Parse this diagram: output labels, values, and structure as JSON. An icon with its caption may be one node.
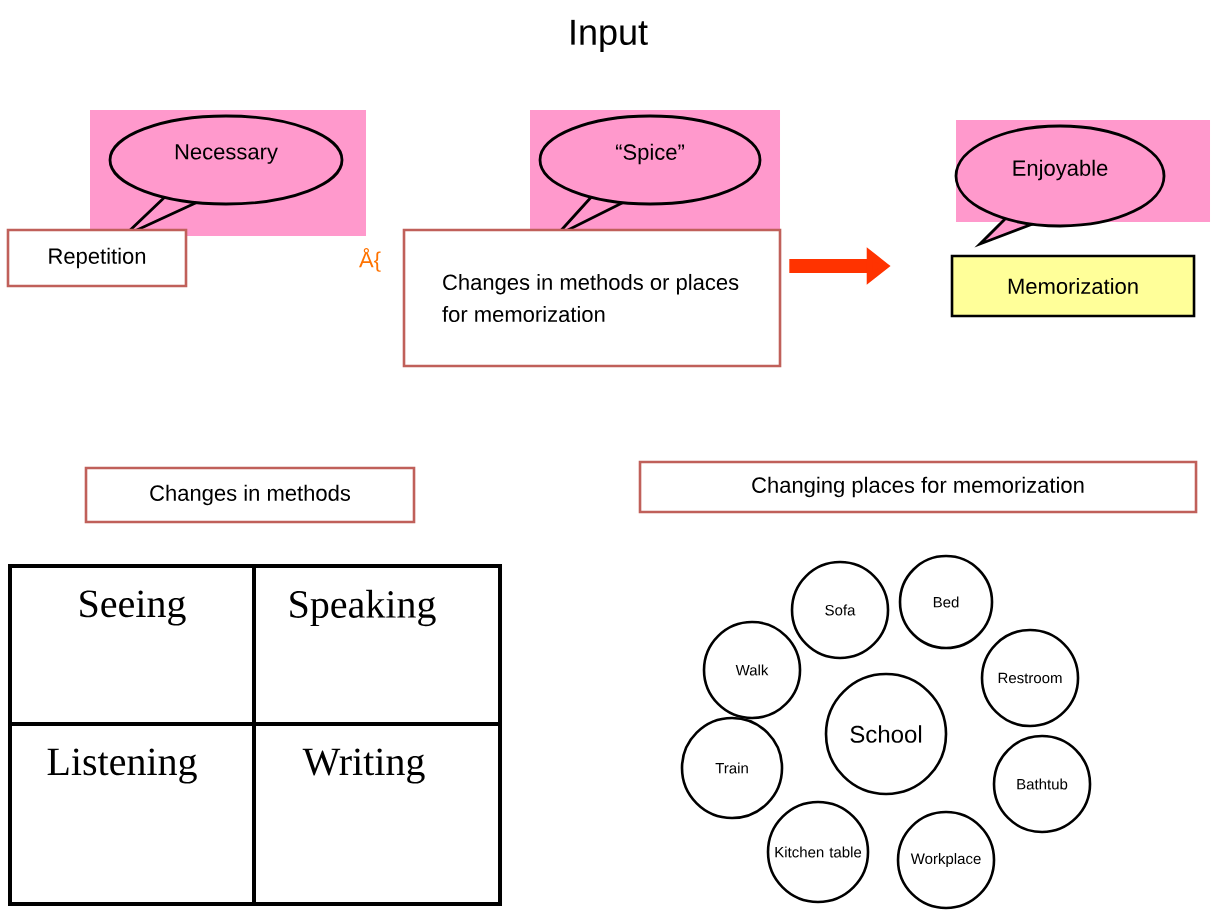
{
  "diagram": {
    "title": "Input",
    "nodes": [
      {
        "text": [
          "Necessary"
        ]
      },
      {
        "text": [
          "Repetition"
        ]
      },
      {
        "text": [
          "“Spice”"
        ]
      },
      {
        "text": [
          "Changes in methods or places for memorization"
        ]
      },
      {
        "text": [
          "Enjoyable"
        ]
      },
      {
        "text": [
          "Memorization"
        ]
      },
      {
        "text": [
          "Changes in methods"
        ]
      },
      {
        "text": [
          "Changing places for memorization"
        ]
      },
      {
        "text": [
          "Sofa"
        ]
      },
      {
        "text": [
          "Bed"
        ]
      },
      {
        "text": [
          "Walk"
        ]
      },
      {
        "text": [
          "Restroom"
        ]
      },
      {
        "text": [
          "School"
        ]
      },
      {
        "text": [
          "Train"
        ]
      },
      {
        "text": [
          "Bathtub"
        ]
      },
      {
        "text": [
          "Kitchen table"
        ]
      },
      {
        "text": [
          "Workplace"
        ]
      }
    ],
    "edges": [
      {
        "from": 3,
        "to": 5,
        "arrow": "to",
        "color": "#ff3300"
      }
    ],
    "labels": [
      "Å{",
      "Seeing",
      "Speaking",
      "Listening",
      "Writing"
    ]
  }
}
